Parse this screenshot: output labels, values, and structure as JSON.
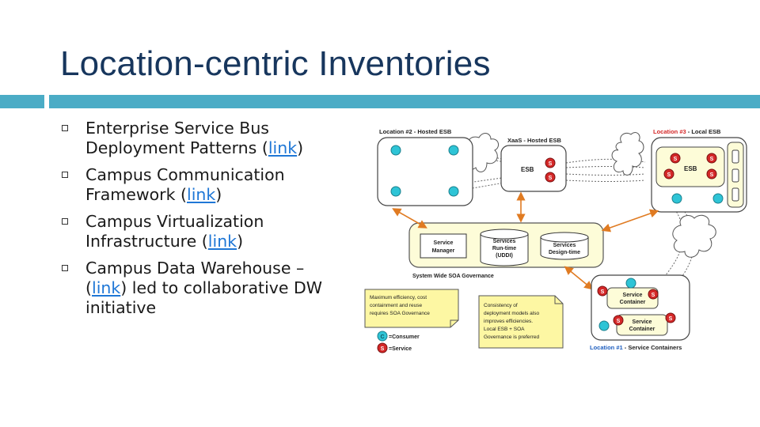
{
  "slide": {
    "title": "Location-centric Inventories",
    "accent_color": "#4bacc6",
    "title_color": "#17365d",
    "bullets": [
      {
        "before": "Enterprise Service Bus Deployment Patterns (",
        "link": "link",
        "after": ")"
      },
      {
        "before": "Campus Communication Framework (",
        "link": "link",
        "after": ")"
      },
      {
        "before": "Campus Virtualization Infrastructure (",
        "link": "link",
        "after": ")"
      },
      {
        "before": "Campus Data Warehouse – (",
        "link": "link",
        "after": ") led to collaborative DW initiative"
      }
    ]
  },
  "diagram": {
    "location2": {
      "title": "Location #2 - Hosted ESB"
    },
    "xaas": {
      "title": "XaaS - Hosted ESB",
      "esb_label": "ESB"
    },
    "location3": {
      "title_red": "Location #3",
      "title_rest": " - Local ESB",
      "esb_label": "ESB"
    },
    "governance": {
      "caption": "System Wide SOA Governance",
      "service_manager": [
        "Service",
        "Manager"
      ],
      "runtime": [
        "Services",
        "Run-time",
        "(UDDI)"
      ],
      "designtime": [
        "Services",
        "Design-time"
      ]
    },
    "location1": {
      "title_blue": "Location #1",
      "title_rest": " - Service Containers",
      "container_label": [
        "Service",
        "Container"
      ]
    },
    "note_left": [
      "Maximum efficiency, cost",
      "containment and reuse",
      "requires SOA Governance"
    ],
    "note_mid": [
      "Consistency of",
      "deployment models also",
      "improves efficiencies.",
      "Local ESB + SOA",
      "Governance is preferred"
    ],
    "legend": {
      "consumer": "=Consumer",
      "service": "=Service",
      "service_symbol": "S",
      "consumer_symbol": "C"
    },
    "colors": {
      "consumer": "#2ec4d6",
      "service": "#d42828",
      "panel": "#fdfcd8",
      "arrow": "#e07b22",
      "note": "#fdf7a3"
    }
  }
}
